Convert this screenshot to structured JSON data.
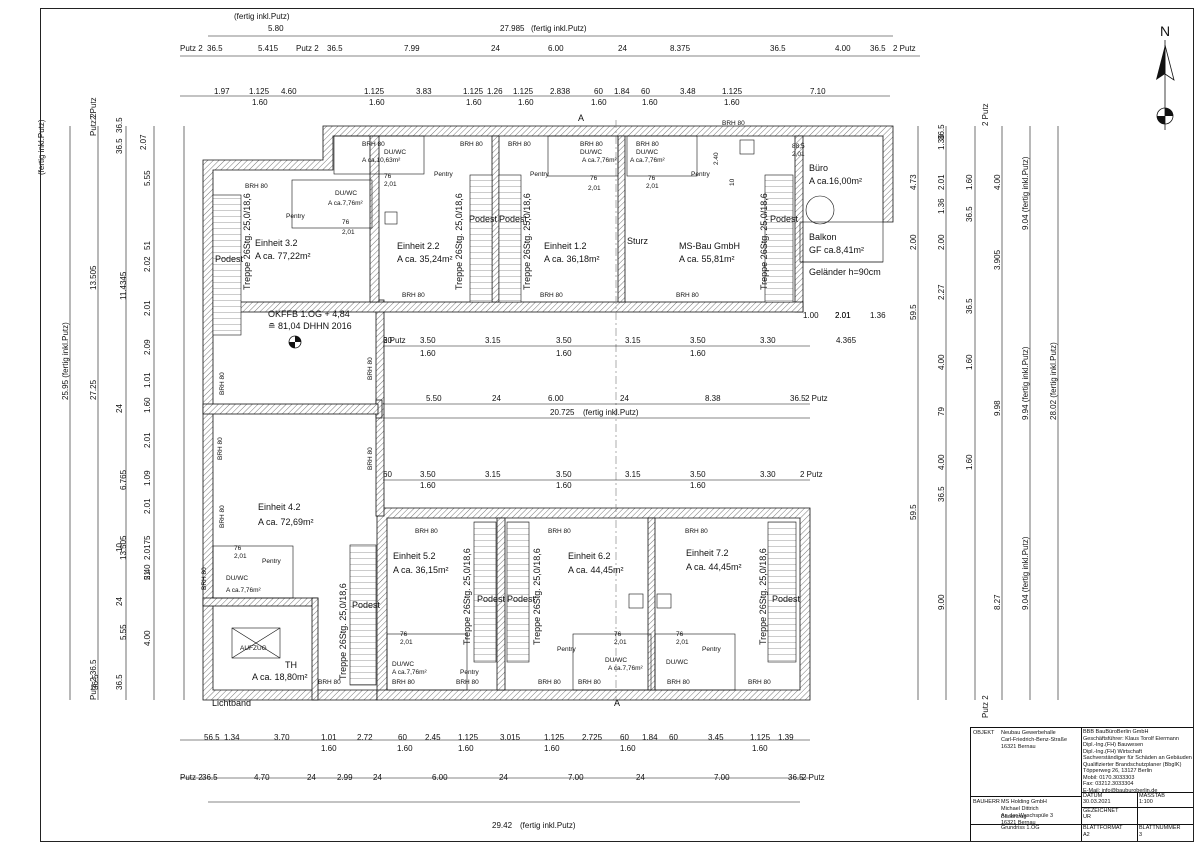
{
  "top_dims": {
    "putz_label": "(fertig inkl.Putz)",
    "w1": "5.80",
    "total": "27.985",
    "total_label": "(fertig inkl.Putz)",
    "row1": [
      "Putz 2",
      "36.5",
      "5.415",
      "Putz 2",
      "36.5",
      "7.99",
      "24",
      "6.00",
      "24",
      "8.375",
      "36.5",
      "4.00",
      "36.5",
      "2 Putz"
    ],
    "row2": [
      "1.97",
      "1.125",
      "4.60",
      "1.125",
      "3.83",
      "1.125",
      "1.26",
      "1.125",
      "2.838",
      "60",
      "1.84",
      "60",
      "3.48",
      "1.125",
      "7.10"
    ],
    "row2b": [
      "1.60",
      "1.60",
      "1.60",
      "1.60",
      "1.60",
      "1.60",
      "1.60"
    ]
  },
  "bottom_dims": {
    "row1": [
      "56.5",
      "1.34",
      "3.70",
      "1.01",
      "2.72",
      "60",
      "2.45",
      "1.125",
      "3.015",
      "1.125",
      "2.725",
      "60",
      "1.84",
      "60",
      "3.45",
      "1.125",
      "1.39"
    ],
    "row1b": [
      "1.60",
      "1.60",
      "1.60",
      "1.60",
      "1.60",
      "1.60"
    ],
    "row2": [
      "Putz 2",
      "36.5",
      "4.70",
      "24",
      "2.99",
      "24",
      "6.00",
      "24",
      "7.00",
      "24",
      "7.00",
      "36.5",
      "2 Putz"
    ],
    "total": "29.42",
    "total_label": "(fertig inkl.Putz)"
  },
  "left_dims": [
    "36.5",
    "2.07",
    "36.5",
    "5.55",
    "51",
    "2.02",
    "2.01",
    "2.09",
    "1.01",
    "24",
    "1.60",
    "2.01",
    "1.09",
    "2.01",
    "10",
    "2.40",
    "51",
    "24",
    "4.00",
    "5.55",
    "36.5",
    "36.5"
  ],
  "left_totals": [
    "13.505",
    "11.4345",
    "6.765",
    "2.0175",
    "13.505",
    "27.25",
    "25.95 (fertig inkl.Putz)",
    "(fertig inkl.Putz)",
    "Putz 2",
    "2 Putz",
    "Putz 2 36.5"
  ],
  "right_dims": [
    "36.5",
    "1.36",
    "4.73",
    "2.01",
    "1.60",
    "4.00",
    "1.36",
    "36.5",
    "2.00",
    "2.00",
    "3.905",
    "2.27",
    "36.5",
    "59.5",
    "4.00",
    "1.60",
    "79",
    "9.98",
    "4.00",
    "1.60",
    "59.5",
    "36.5",
    "9.00",
    "8.27",
    "2 Putz",
    "Putz 2"
  ],
  "right_totals": [
    "9.04 (fertig inkl.Putz)",
    "9.94 (fertig inkl.Putz)",
    "28.02 (fertig inkl.Putz)",
    "9.04 (fertig inkl.Putz)"
  ],
  "corridor_dims": {
    "upper": [
      "2 Putz",
      "60",
      "3.50",
      "3.15",
      "3.50",
      "3.15",
      "3.50",
      "3.30",
      "4.365"
    ],
    "upper_b": [
      "1.60",
      "1.60",
      "1.60"
    ],
    "mid": [
      "24",
      "24",
      "5.50",
      "6.00",
      "8.38",
      "36.5",
      "2 Putz"
    ],
    "total": "20.725",
    "total_label": "(fertig inkl.Putz)",
    "lower": [
      "60",
      "3.50",
      "3.15",
      "3.50",
      "3.15",
      "3.50",
      "3.30",
      "2 Putz"
    ],
    "lower_b": [
      "1.60",
      "1.60",
      "1.60"
    ],
    "balcony_dims": [
      "1.00",
      "2.01",
      "1.36",
      "2.01"
    ]
  },
  "rooms": {
    "e32": {
      "name": "Einheit 3.2",
      "area": "A ca. 77,22m²"
    },
    "e22": {
      "name": "Einheit 2.2",
      "area": "A ca. 35,24m²"
    },
    "e12": {
      "name": "Einheit 1.2",
      "area": "A ca. 36,18m²"
    },
    "ms": {
      "name": "MS-Bau GmbH",
      "area": "A ca. 55,81m²"
    },
    "buero": {
      "name": "Büro",
      "area": "A ca.16,00m²"
    },
    "balkon": {
      "name": "Balkon",
      "area": "GF ca.8,41m²",
      "rail": "Geländer h=90cm"
    },
    "e42": {
      "name": "Einheit 4.2",
      "area": "A ca. 72,69m²"
    },
    "e52": {
      "name": "Einheit 5.2",
      "area": "A ca. 36,15m²"
    },
    "e62": {
      "name": "Einheit 6.2",
      "area": "A ca. 44,45m²"
    },
    "e72": {
      "name": "Einheit 7.2",
      "area": "A ca. 44,45m²"
    },
    "th": {
      "name": "TH",
      "area": "A ca. 18,80m²"
    },
    "aufzug": "AUFZUG"
  },
  "labels": {
    "okffb1": "OKFFB 1.OG + 4,84",
    "okffb2": "≘ 81,04 DHHN 2016",
    "brh": "BRH 80",
    "dwc": "DU/WC",
    "pentry": "Pentry",
    "podest": "Podest",
    "treppe": "Treppe 26Stg. 25,0/18,6",
    "sturz": "Sturz",
    "lichtband": "Lichtband",
    "section": "A",
    "north": "N",
    "wc_areas": [
      "A ca.7,76m²",
      "A ca.10,63m²",
      "A ca.7,76m²",
      "A ca.7,76m²",
      "A ca.7,76m²",
      "A ca.7,76m²",
      "A ca.7,76m²"
    ],
    "door_76": "76",
    "door_201": "2,01",
    "door_885": "88,5",
    "sill_240": "2.40",
    "sill_10": "10"
  },
  "title_block": {
    "objekt_label": "OBJEKT",
    "objekt": [
      "Neubau Gewerbehalle",
      "Carl-Friedrich-Benz-Straße",
      "16321 Bernau"
    ],
    "bauherr_label": "BAUHERR",
    "bauherr": [
      "MS Holding GmbH",
      "Michael Dittrich",
      "An der Waschspüle 3",
      "16321 Bernau"
    ],
    "office": [
      "BBB BauBüroBerlin GmbH",
      "Geschäftsführer: Klaus Torolf Eiermann",
      "Dipl.-Ing.(FH) Bauwesen",
      "Dipl.-Ing.(FH) Wirtschaft",
      "Sachverständiger für Schäden an Gebäuden",
      "Qualifizierter Brandschutzplaner (BbgIK)",
      "Töpperweg 26, 13127 Berlin",
      "Mobil: 0170.3033303",
      "Fax: 03212.3033304",
      "E-Mail: info@bauburoberlin.de"
    ],
    "datum_label": "DATUM",
    "datum": "30.03.2021",
    "massstab_label": "MASSTAB",
    "massstab": "1:100",
    "gezeichnet_label": "GEZEICHNET",
    "gezeichnet": "UR",
    "plan_title": [
      "Bauantrag",
      "Grundriss 1.OG"
    ],
    "blattformat_label": "BLATTFORMAT",
    "blattformat": "A2",
    "blattnummer_label": "BLATTNUMMER",
    "blattnummer": "3"
  }
}
